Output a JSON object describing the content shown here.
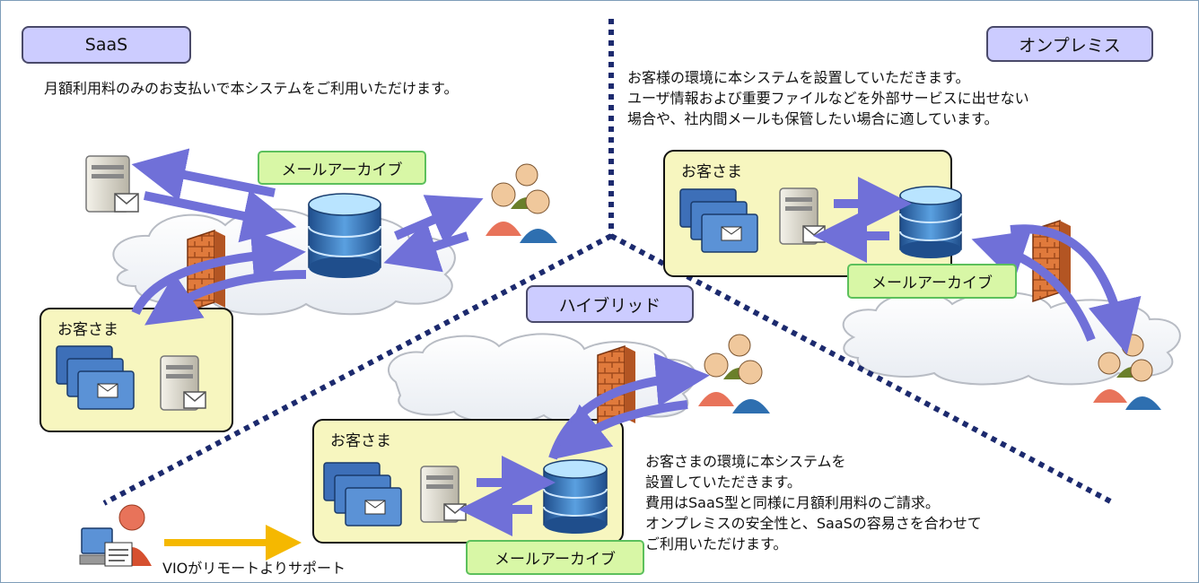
{
  "saas": {
    "title": "SaaS",
    "description": "月額利用料のみのお支払いで本システムをご利用いただけます。",
    "archive_label": "メールアーカイブ",
    "customer_label": "お客さま"
  },
  "onpremise": {
    "title": "オンプレミス",
    "description_lines": [
      "お客様の環境に本システムを設置していただきます。",
      "ユーザ情報および重要ファイルなどを外部サービスに出せない",
      "場合や、社内間メールも保管したい場合に適しています。"
    ],
    "customer_label": "お客さま",
    "archive_label": "メールアーカイブ"
  },
  "hybrid": {
    "title": "ハイブリッド",
    "customer_label": "お客さま",
    "archive_label": "メールアーカイブ",
    "description_lines": [
      "お客さまの環境に本システムを",
      "設置していただきます。",
      "費用はSaaS型と同様に月額利用料のご請求。",
      "オンプレミスの安全性と、SaaSの容易さを合わせて",
      "ご利用いただけます。"
    ]
  },
  "support": {
    "label": "VIOがリモートよりサポート"
  },
  "colors": {
    "arrow": "#7070d8",
    "support_arrow": "#f5b800",
    "pill_bg": "#ccccff",
    "label_bg": "#d8f7a6",
    "box_bg": "#f7f6bf",
    "divider": "#1c2a6e"
  }
}
